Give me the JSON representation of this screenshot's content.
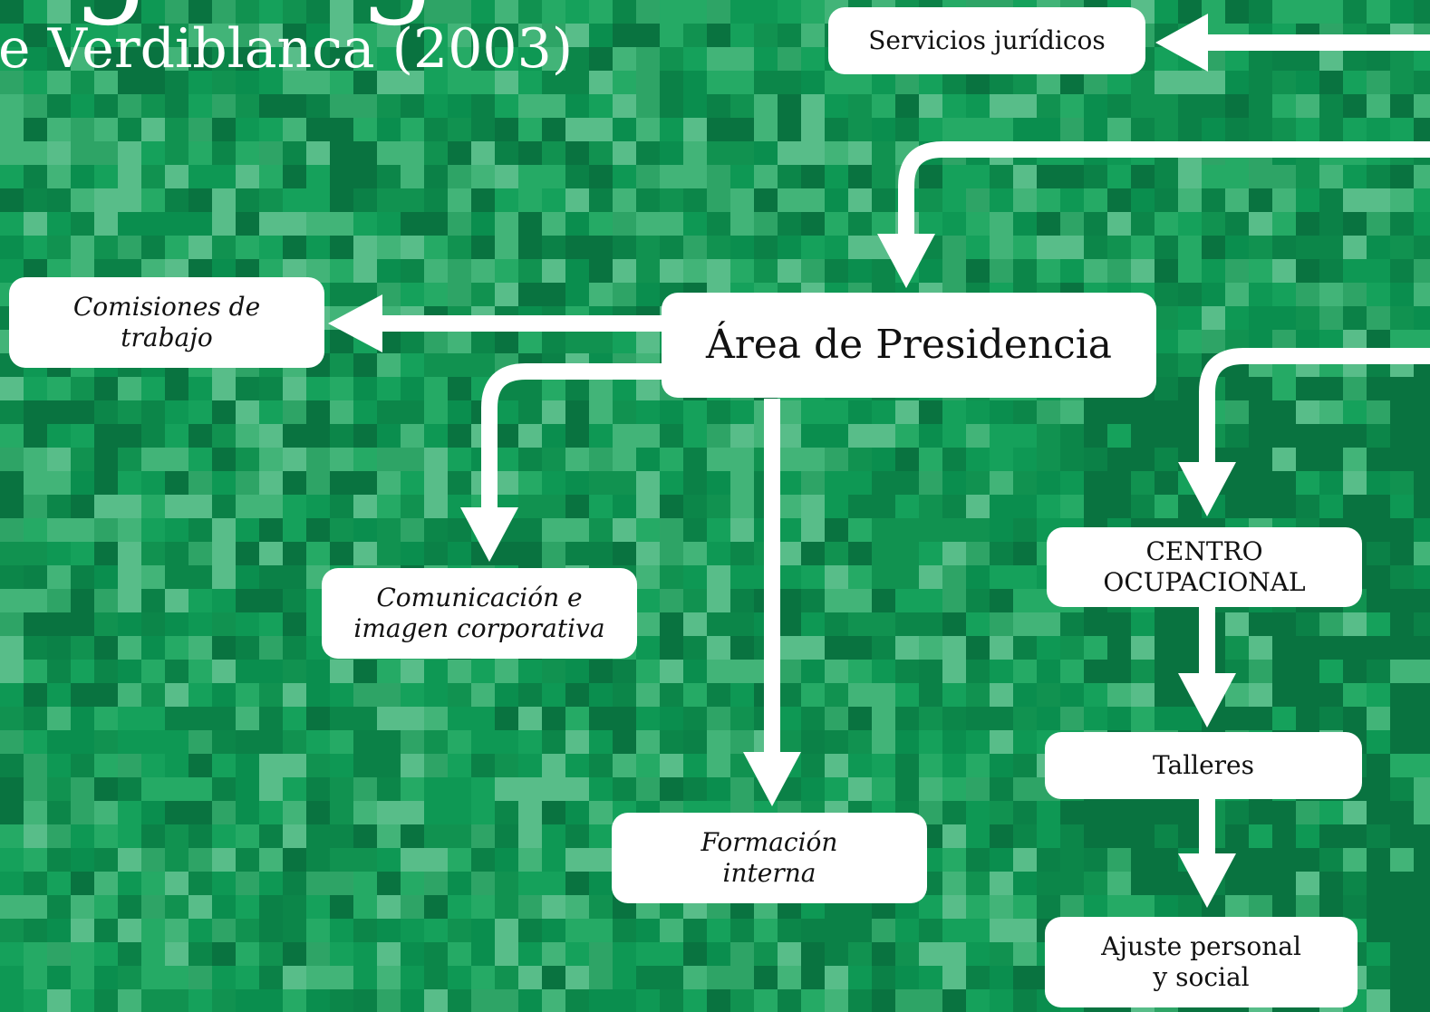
{
  "header": {
    "title_partial": "rganigrama",
    "subtitle": "e Verdiblanca (2003)"
  },
  "nodes": {
    "servicios": {
      "label": "Servicios jurídicos"
    },
    "presidencia": {
      "label": "Área de Presidencia"
    },
    "comisiones": {
      "label_line1": "Comisiones de",
      "label_line2": "trabajo"
    },
    "comunicacion": {
      "label_line1": "Comunicación e",
      "label_line2": "imagen corporativa"
    },
    "formacion": {
      "label_line1": "Formación",
      "label_line2": "interna"
    },
    "centro": {
      "label_line1": "CENTRO",
      "label_line2": "OCUPACIONAL"
    },
    "talleres": {
      "label": "Talleres"
    },
    "ajuste": {
      "label_line1": "Ajuste personal",
      "label_line2": "y social"
    }
  },
  "colors": {
    "background": "#0a8a4c",
    "box": "#ffffff",
    "arrow": "#ffffff",
    "text": "#111111"
  }
}
